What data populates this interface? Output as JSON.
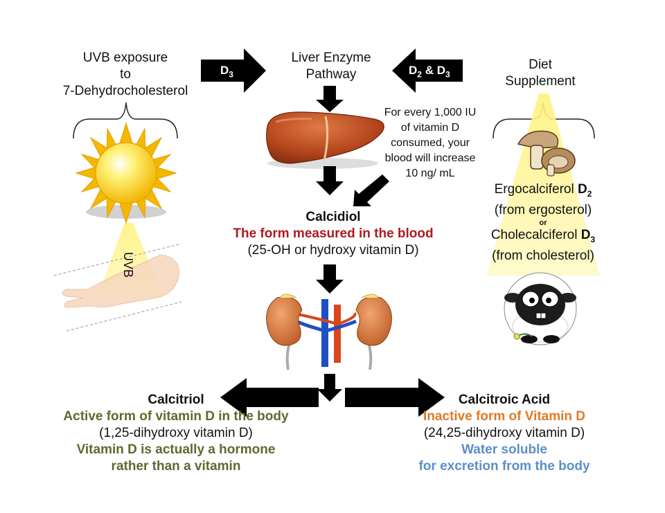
{
  "uvb": {
    "line1": "UVB exposure",
    "line2": "to",
    "line3": "7-Dehydrocholesterol",
    "ray_label": "UVB"
  },
  "liver": {
    "line1": "Liver Enzyme",
    "line2": "Pathway"
  },
  "diet": {
    "line1": "Diet",
    "line2": "Supplement"
  },
  "arrow_left": {
    "label": "D",
    "sub": "3"
  },
  "arrow_right": {
    "label_a": "D",
    "sub_a": "2",
    "amp": " & ",
    "label_b": "D",
    "sub_b": "3"
  },
  "note": {
    "line1": "For every 1,000 IU",
    "line2": "of vitamin D",
    "line3": "consumed, your",
    "line4": "blood will increase",
    "line5": "10 ng/ mL"
  },
  "supplement": {
    "ergo_name": "Ergocalciferol ",
    "ergo_d": "D",
    "ergo_sub": "2",
    "ergo_source": "(from ergosterol)",
    "or": "or",
    "chole_name": "Cholecalciferol ",
    "chole_d": "D",
    "chole_sub": "3",
    "chole_source": "(from cholesterol)"
  },
  "calcidiol": {
    "title": "Calcidiol",
    "subtitle": "The form measured in the blood",
    "desc": "(25-OH or hydroxy vitamin D)"
  },
  "calcitriol": {
    "title": "Calcitriol",
    "line1": "Active form of vitamin D in the body",
    "line2": "(1,25-dihydroxy vitamin D)",
    "line3": "Vitamin D is actually a hormone",
    "line4": "rather than a vitamin"
  },
  "calcitroic": {
    "title": "Calcitroic Acid",
    "line1": "Inactive form of Vitamin D",
    "line2": "(24,25-dihydroxy vitamin D)",
    "line3": "Water soluble",
    "line4": "for excretion from the body"
  },
  "colors": {
    "red": "#b0191e",
    "green": "#5b6b2e",
    "orange": "#e07a26",
    "blue": "#5b8fc9"
  }
}
